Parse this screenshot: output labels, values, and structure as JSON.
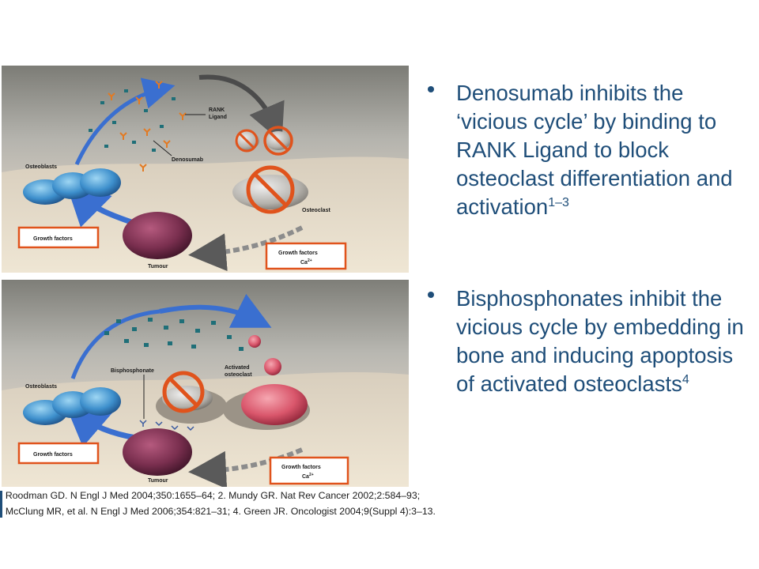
{
  "top_panel": {
    "labels": {
      "rank_ligand_line1": "RANK",
      "rank_ligand_line2": "Ligand",
      "denosumab": "Denosumab",
      "osteoblasts": "Osteoblasts",
      "osteoclast": "Osteoclast",
      "tumour": "Tumour"
    },
    "box_left": "Growth factors",
    "box_right_line1": "Growth factors",
    "box_right_ca": "Ca",
    "box_right_ca_sup": "2+"
  },
  "bottom_panel": {
    "labels": {
      "osteoblasts": "Osteoblasts",
      "bisphosphonate": "Bisphosphonate",
      "activated_line1": "Activated",
      "activated_line2": "osteoclast",
      "tumour": "Tumour"
    },
    "box_left": "Growth factors",
    "box_right_line1": "Growth factors",
    "box_right_ca": "Ca",
    "box_right_ca_sup": "2+"
  },
  "bullets": [
    {
      "text": "Denosumab inhibits the ‘vicious cycle’ by binding to RANK Ligand to block osteoclast differentiation and activation",
      "sup": "1–3"
    },
    {
      "text": "Bisphosphonates inhibit the vicious cycle by embedding in bone and inducing apoptosis of activated osteoclasts",
      "sup": "4"
    }
  ],
  "references": {
    "line1": ". Roodman GD. N Engl J Med 2004;350:1655–64; 2. Mundy GR. Nat Rev Cancer 2002;2:584–93;",
    "line2": ". McClung MR, et al. N Engl J Med 2006;354:821–31; 4. Green JR. Oncologist 2004;9(Suppl 4):3–13."
  },
  "colors": {
    "accent_orange": "#e0531c",
    "text_blue": "#1f4e79",
    "arrow_blue": "#3a6fd0",
    "osteoblast_blue": "#4aa3d8",
    "tumour_purple": "#7a2f4f",
    "activated_pink": "#d9566b"
  }
}
